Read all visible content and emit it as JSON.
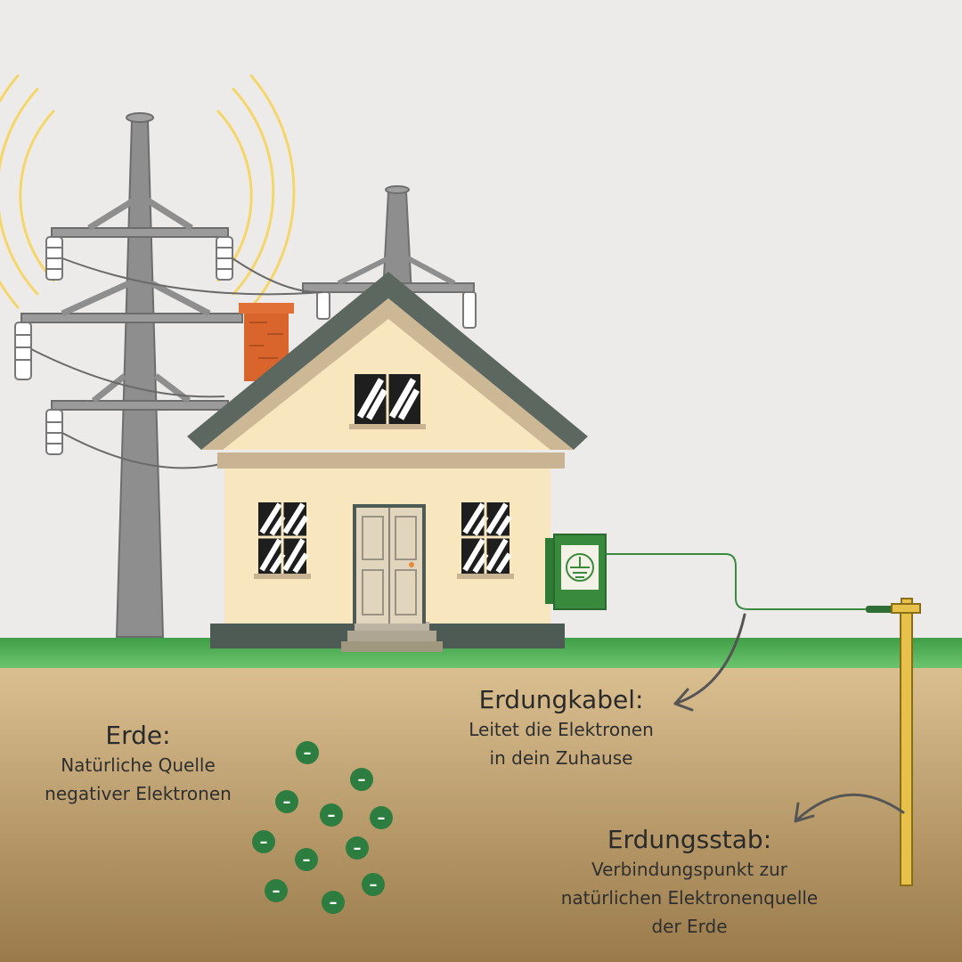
{
  "labels": {
    "earth": {
      "heading": "Erde:",
      "line1": "Natürliche Quelle",
      "line2": "negativer Elektronen"
    },
    "cable": {
      "heading": "Erdungkabel:",
      "line1": "Leitet die Elektronen",
      "line2": "in dein Zuhause"
    },
    "rod": {
      "heading": "Erdungsstab:",
      "line1": "Verbindungspunkt zur",
      "line2": "natürlichen Elektronenquelle",
      "line3": "der Erde"
    }
  },
  "electron_symbol": "–",
  "electron_count": 12,
  "colors": {
    "sky": "#edebea",
    "grass": "#4caf50",
    "soil_top": "#dcc192",
    "soil_bottom": "#9a7a4a",
    "tower": "#8e8e8e",
    "roof": "#5c6760",
    "wall": "#f8e6bf",
    "chimney": "#d9642c",
    "electron": "#2e7d40",
    "cable": "#3a8a3e",
    "rod": "#e8c14a",
    "waves": "#f5d66a"
  },
  "icons": [
    "power-tower-icon",
    "house-icon",
    "ground-symbol-icon",
    "electron-icon",
    "arrow-icon"
  ]
}
